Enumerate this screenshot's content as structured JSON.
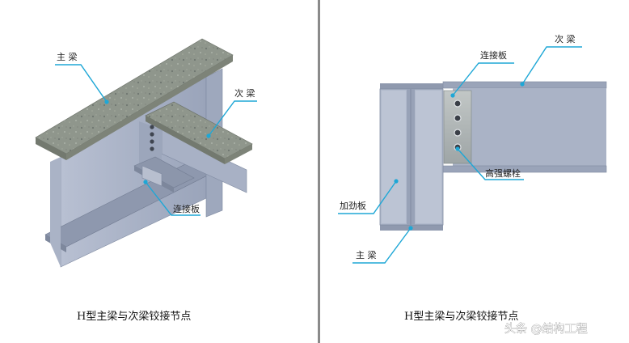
{
  "left": {
    "labels": {
      "main_beam": "主 梁",
      "secondary_beam": "次 梁",
      "connection_plate": "连接板"
    },
    "caption": "H型主梁与次梁铰接节点"
  },
  "right": {
    "labels": {
      "secondary_beam": "次 梁",
      "connection_plate": "连接板",
      "hs_bolt": "高强螺栓",
      "stiffener": "加劲板",
      "main_beam": "主 梁"
    },
    "caption": "H型主梁与次梁铰接节点"
  },
  "watermark": "头条 @结构工程",
  "colors": {
    "steel": "#a9b3c7",
    "steel_dark": "#7f8aa1",
    "concrete": "#8e948a",
    "leader": "#1ea7d6",
    "divider": "#8a8a8a"
  }
}
